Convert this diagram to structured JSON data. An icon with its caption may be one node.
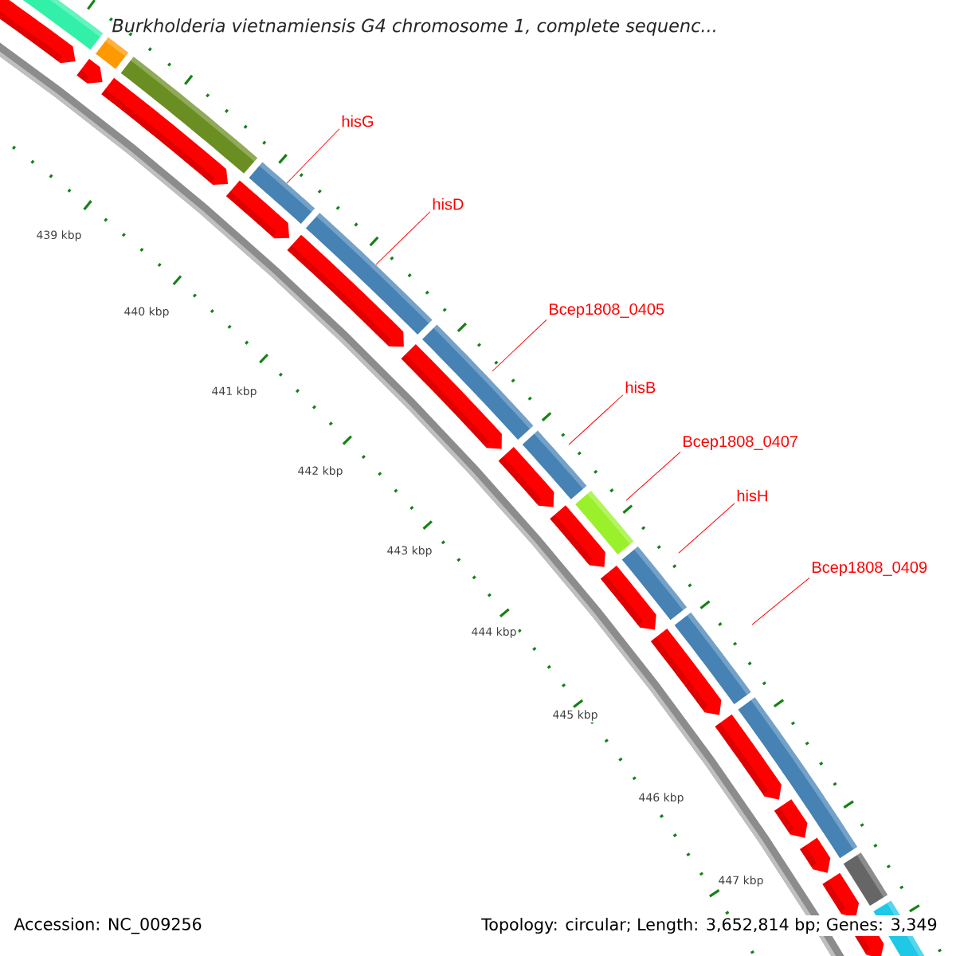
{
  "diagram": {
    "title": "Burkholderia vietnamiensis G4 chromosome 1, complete sequenc...",
    "nodes": [
      {
        "text": [
          "hisG"
        ]
      },
      {
        "text": [
          "hisD"
        ]
      },
      {
        "text": [
          "Bcep1808_0405"
        ]
      },
      {
        "text": [
          "hisB"
        ]
      },
      {
        "text": [
          "Bcep1808_0407"
        ]
      },
      {
        "text": [
          "hisH"
        ]
      },
      {
        "text": [
          "Bcep1808_0409"
        ]
      }
    ],
    "edges": [
      {
        "from": 0,
        "to": null,
        "arrow": "none"
      },
      {
        "from": 1,
        "to": null,
        "arrow": "none"
      },
      {
        "from": 2,
        "to": null,
        "arrow": "none"
      },
      {
        "from": 3,
        "to": null,
        "arrow": "none"
      },
      {
        "from": 4,
        "to": null,
        "arrow": "none"
      },
      {
        "from": 5,
        "to": null,
        "arrow": "none"
      },
      {
        "from": 6,
        "to": null,
        "arrow": "none"
      }
    ],
    "labels": [
      "439 kbp",
      "440 kbp",
      "441 kbp",
      "442 kbp",
      "443 kbp",
      "444 kbp",
      "445 kbp",
      "446 kbp",
      "447 kbp",
      "Accession: NC_009256",
      "Topology: circular; Length: 3,652,814 bp; Genes: 3,349"
    ]
  }
}
